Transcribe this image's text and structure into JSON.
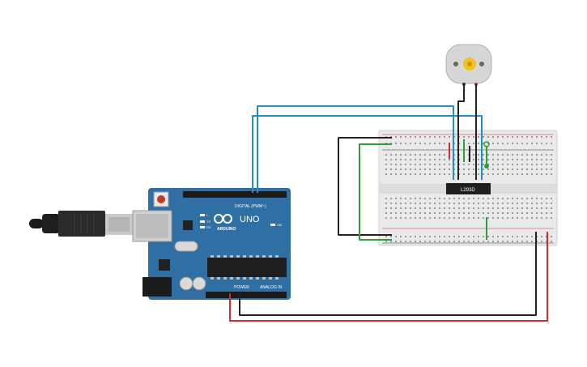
{
  "arduino": {
    "brand": "ARDUINO",
    "model": "UNO",
    "digital_label": "DIGITAL (PWM~)",
    "power_label": "POWER",
    "analog_label": "ANALOG IN",
    "on_label": "ON",
    "tx_label": "TX",
    "rx_label": "RX",
    "l_label": "L"
  },
  "chip": {
    "label": "L293D"
  },
  "colors": {
    "board": "#2f6fa3",
    "breadboard": "#e9e9e9",
    "wire_blue": "#1f8fc6",
    "wire_black": "#222222",
    "wire_green": "#2e9d3a",
    "wire_red": "#d12b2b",
    "motor_body": "#d6d6d6",
    "motor_shaft": "#f1c21b"
  }
}
